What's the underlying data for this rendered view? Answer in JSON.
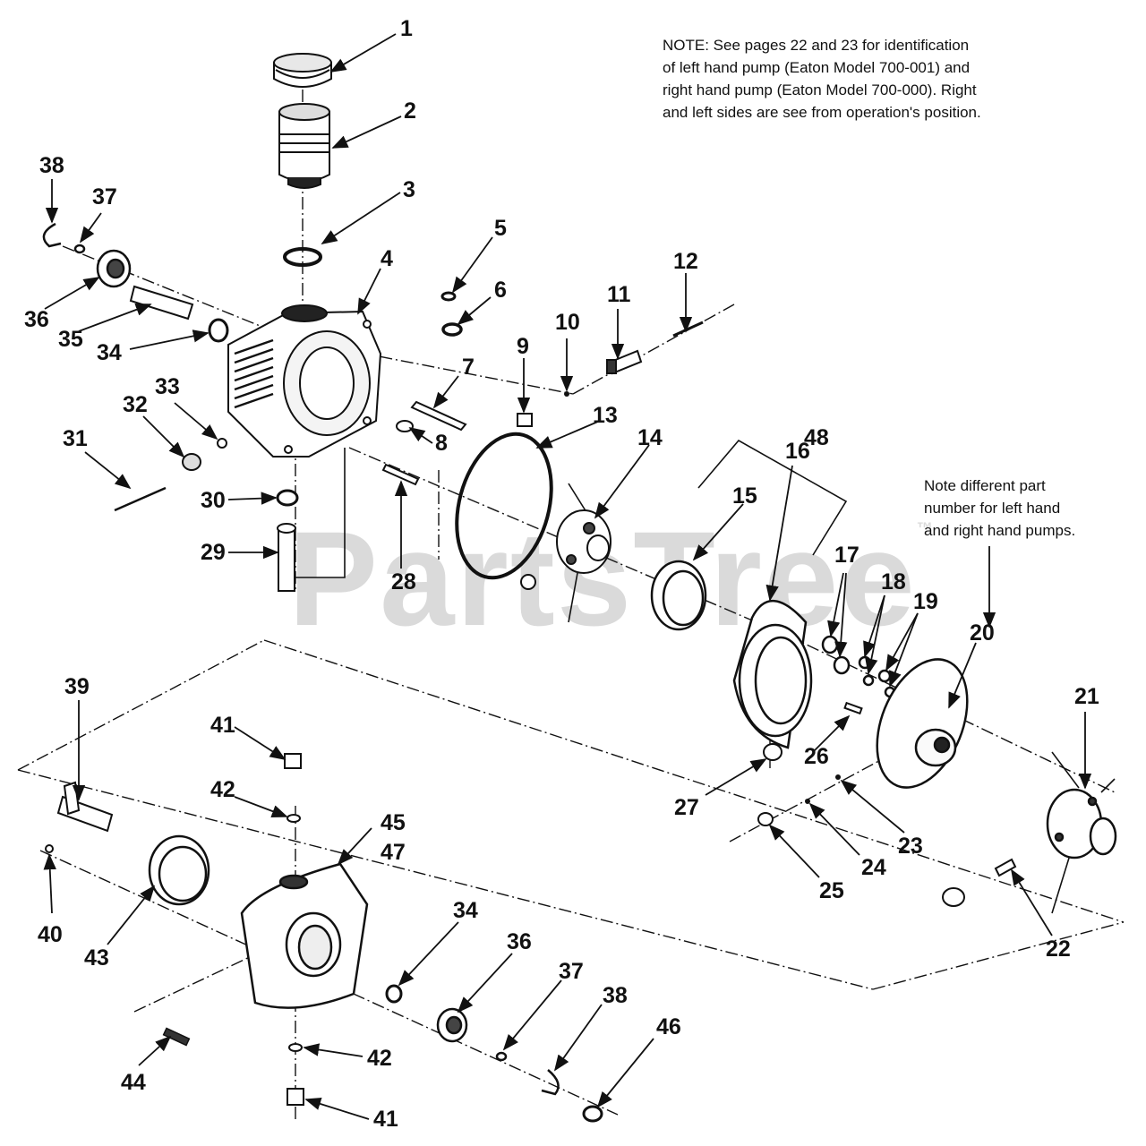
{
  "notes": {
    "top": "NOTE: See pages 22 and 23 for identification\nof left hand pump (Eaton Model 700-001) and\nright hand pump (Eaton Model 700-000). Right\nand left sides are see from operation's position.",
    "right": "Note different part\nnumber for left hand\nand right hand pumps."
  },
  "watermark": {
    "text": "PartsTree",
    "mark": "™"
  },
  "callouts": [
    "1",
    "2",
    "3",
    "4",
    "5",
    "6",
    "7",
    "8",
    "9",
    "10",
    "11",
    "12",
    "13",
    "14",
    "15",
    "16",
    "17",
    "18",
    "19",
    "20",
    "21",
    "22",
    "23",
    "24",
    "25",
    "26",
    "27",
    "28",
    "29",
    "30",
    "31",
    "32",
    "33",
    "34",
    "35",
    "36",
    "37",
    "38",
    "39",
    "40",
    "41",
    "42",
    "43",
    "44",
    "45",
    "46",
    "47",
    "48"
  ],
  "colors": {
    "ink": "#111111",
    "watermark": "#969696"
  }
}
